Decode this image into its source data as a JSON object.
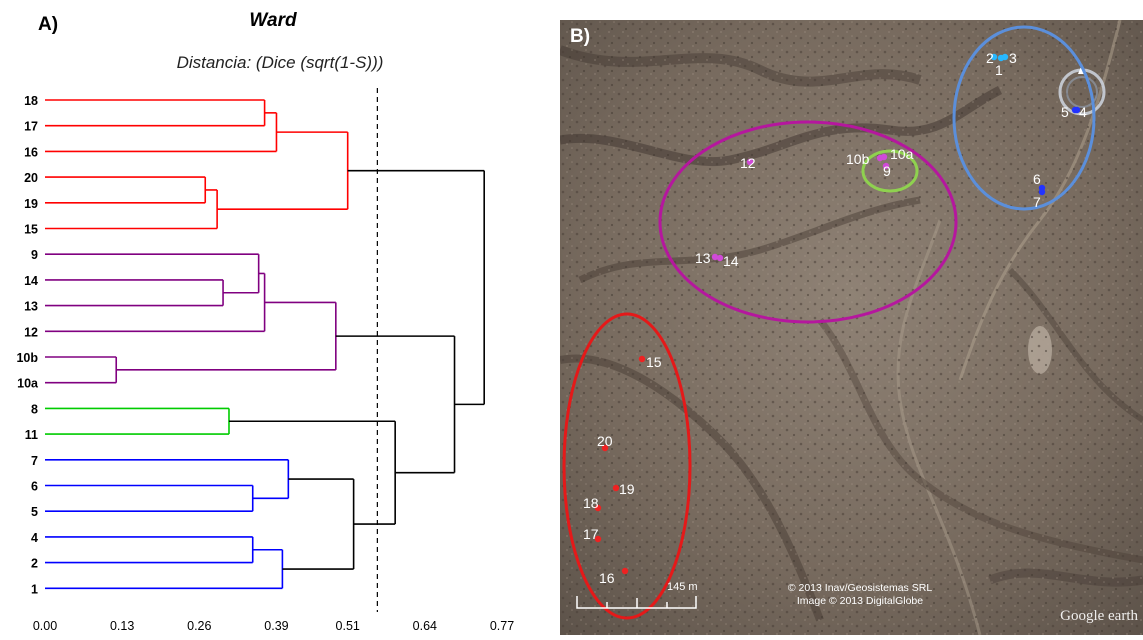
{
  "panel_a": {
    "label": "A)",
    "title": "Ward",
    "subtitle": "Distancia: (Dice (sqrt(1-S)))"
  },
  "panel_b": {
    "label": "B)",
    "scale_label": "145 m",
    "copyright_1": "© 2013 Inav/Geosistemas SRL",
    "copyright_2": "Image © 2013 DigitalGlobe",
    "brand": "Google earth",
    "points": [
      {
        "id": "2",
        "color": "#27b8ff"
      },
      {
        "id": "3",
        "color": "#27b8ff"
      },
      {
        "id": "1",
        "color": "#27b8ff"
      },
      {
        "id": "5",
        "color": "#2233ff"
      },
      {
        "id": "4",
        "color": "#2233ff"
      },
      {
        "id": "6",
        "color": "#2233ff"
      },
      {
        "id": "7",
        "color": "#2233ff"
      },
      {
        "id": "12",
        "color": "#d04ad8"
      },
      {
        "id": "10b",
        "color": "#d04ad8"
      },
      {
        "id": "10a",
        "color": "#d04ad8"
      },
      {
        "id": "9",
        "color": "#d04ad8"
      },
      {
        "id": "13",
        "color": "#d04ad8"
      },
      {
        "id": "14",
        "color": "#d04ad8"
      },
      {
        "id": "15",
        "color": "#ee2222"
      },
      {
        "id": "20",
        "color": "#ee2222"
      },
      {
        "id": "19",
        "color": "#ee2222"
      },
      {
        "id": "18",
        "color": "#ee2222"
      },
      {
        "id": "17",
        "color": "#ee2222"
      },
      {
        "id": "16",
        "color": "#ee2222"
      }
    ]
  },
  "chart_data": {
    "type": "dendrogram",
    "title": "Ward",
    "subtitle": "Distancia: (Dice (sqrt(1-S)))",
    "leaves": [
      "18",
      "17",
      "16",
      "20",
      "19",
      "15",
      "9",
      "14",
      "13",
      "12",
      "10b",
      "10a",
      "8",
      "11",
      "7",
      "6",
      "5",
      "4",
      "2",
      "1"
    ],
    "x_ticks": [
      "0.00",
      "0.13",
      "0.26",
      "0.39",
      "0.51",
      "0.64",
      "0.77"
    ],
    "xlim": [
      0,
      0.77
    ],
    "cut_height": 0.56,
    "merges": [
      {
        "a": "18",
        "b": "17",
        "height": 0.37,
        "color": "#ff0000"
      },
      {
        "a": "(18,17)",
        "b": "16",
        "height": 0.39,
        "color": "#ff0000"
      },
      {
        "a": "20",
        "b": "19",
        "height": 0.27,
        "color": "#ff0000"
      },
      {
        "a": "(20,19)",
        "b": "15",
        "height": 0.29,
        "color": "#ff0000"
      },
      {
        "a": "(18,17,16)",
        "b": "(20,19,15)",
        "height": 0.51,
        "color": "#ff0000"
      },
      {
        "a": "14",
        "b": "13",
        "height": 0.3,
        "color": "#800080"
      },
      {
        "a": "9",
        "b": "(14,13)",
        "height": 0.36,
        "color": "#800080"
      },
      {
        "a": "(9,14,13)",
        "b": "12",
        "height": 0.37,
        "color": "#800080"
      },
      {
        "a": "10b",
        "b": "10a",
        "height": 0.12,
        "color": "#800080"
      },
      {
        "a": "(9,14,13,12)",
        "b": "(10b,10a)",
        "height": 0.49,
        "color": "#800080"
      },
      {
        "a": "8",
        "b": "11",
        "height": 0.31,
        "color": "#00cc00"
      },
      {
        "a": "6",
        "b": "5",
        "height": 0.35,
        "color": "#0000ff"
      },
      {
        "a": "7",
        "b": "(6,5)",
        "height": 0.41,
        "color": "#0000ff"
      },
      {
        "a": "4",
        "b": "2",
        "height": 0.35,
        "color": "#0000ff"
      },
      {
        "a": "(4,2)",
        "b": "1",
        "height": 0.4,
        "color": "#0000ff"
      },
      {
        "a": "(7,6,5)",
        "b": "(4,2,1)",
        "height": 0.52,
        "color": "#000000"
      },
      {
        "a": "(8,11)",
        "b": "(7,6,5,4,2,1)",
        "height": 0.59,
        "color": "#000000"
      },
      {
        "a": "(purple)",
        "b": "(green,blue)",
        "height": 0.69,
        "color": "#000000"
      },
      {
        "a": "(red)",
        "b": "(purple,green,blue)",
        "height": 0.74,
        "color": "#000000"
      }
    ]
  }
}
